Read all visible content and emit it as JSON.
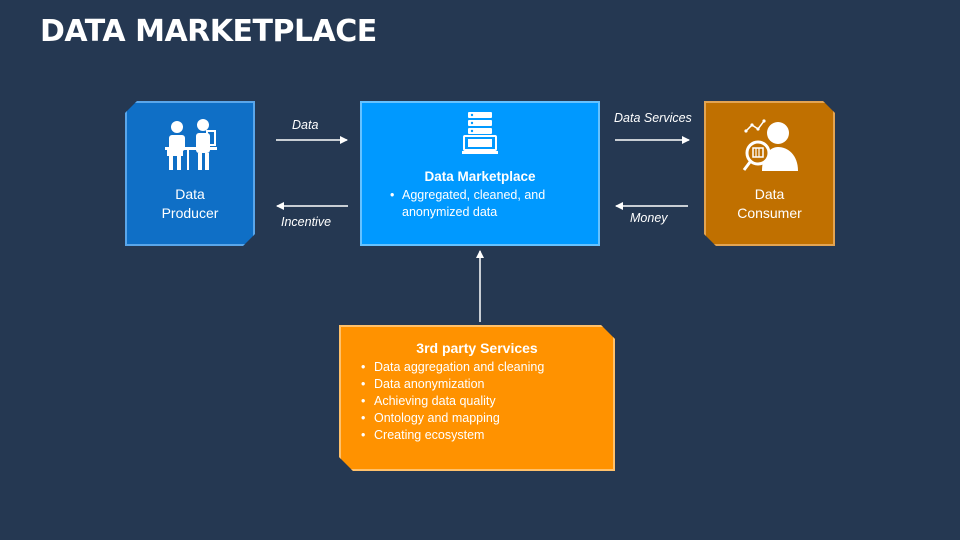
{
  "slide": {
    "title": "DATA MARKETPLACE"
  },
  "producer": {
    "label_line1": "Data",
    "label_line2": "Producer",
    "icon": "people-at-desk-icon"
  },
  "marketplace": {
    "title": "Data Marketplace",
    "bullets": [
      "Aggregated, cleaned, and",
      "anonymized data"
    ],
    "icon": "server-computer-icon"
  },
  "consumer": {
    "label_line1": "Data",
    "label_line2": "Consumer",
    "icon": "person-magnifier-icon"
  },
  "third_party": {
    "title": "3rd party Services",
    "items": [
      "Data aggregation and cleaning",
      "Data anonymization",
      "Achieving data quality",
      "Ontology and mapping",
      "Creating ecosystem"
    ]
  },
  "arrows": {
    "data": "Data",
    "incentive": "Incentive",
    "data_services": "Data Services",
    "money": "Money"
  },
  "colors": {
    "background": "#253852",
    "producer": "#0f6fc6",
    "marketplace": "#0099ff",
    "consumer": "#c07000",
    "third_party": "#ff9200"
  }
}
